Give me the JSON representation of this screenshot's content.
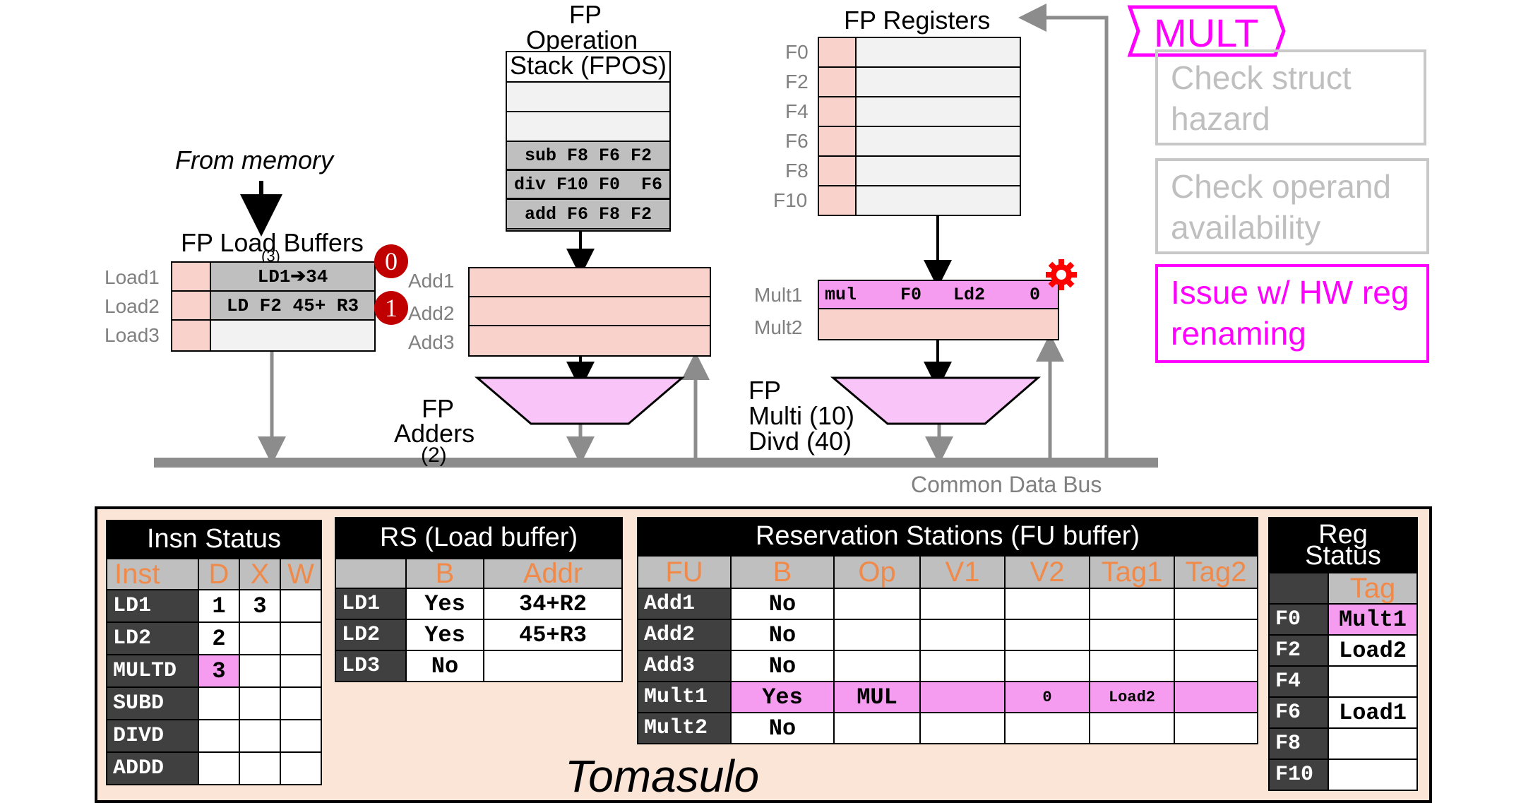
{
  "top": {
    "from_memory": "From memory",
    "load_buffers_title": "FP Load Buffers",
    "load_buffers_sub": "(3)",
    "load_labels": [
      "Load1",
      "Load2",
      "Load3"
    ],
    "load_entries": [
      "LD1➔34",
      "LD F2 45+ R3",
      ""
    ],
    "badges": [
      "0",
      "1"
    ],
    "fpos_title1": "FP",
    "fpos_title2": "Operation",
    "fpos_title3": "Stack (FPOS)",
    "fpos_entries": [
      "",
      "",
      "sub F8 F6 F2",
      "div F10 F0  F6",
      "add F6 F8 F2"
    ],
    "adder_labels": [
      "Add1",
      "Add2",
      "Add3"
    ],
    "adders_label1": "FP",
    "adders_label2": "Adders",
    "adders_label3": "(2)",
    "reg_title": "FP Registers",
    "reg_names": [
      "F0",
      "F2",
      "F4",
      "F6",
      "F8",
      "F10"
    ],
    "mult_labels": [
      "Mult1",
      "Mult2"
    ],
    "mult1_fields": [
      "mul",
      "F0",
      "Ld2",
      "0"
    ],
    "mult_unit1": "FP",
    "mult_unit2": "Multi (10)",
    "mult_unit3": "Divd (40)",
    "cdb_label": "Common Data Bus"
  },
  "steps": {
    "title": "MULT",
    "step1": "Check struct hazard",
    "step2": "Check operand availability",
    "step3": "Issue w/ HW reg renaming"
  },
  "colors": {
    "magenta": "#ff00ff",
    "pink": "#f9d2cb",
    "highlight": "#f59cf0",
    "panel_bg": "#fbe5d6",
    "header_orange": "#f08a4b"
  },
  "insn_status": {
    "title": "Insn Status",
    "headers": [
      "Inst",
      "D",
      "X",
      "W"
    ],
    "rows": [
      [
        "LD1",
        "1",
        "3",
        ""
      ],
      [
        "LD2",
        "2",
        "",
        ""
      ],
      [
        "MULTD",
        "3",
        "",
        ""
      ],
      [
        "SUBD",
        "",
        "",
        ""
      ],
      [
        "DIVD",
        "",
        "",
        ""
      ],
      [
        "ADDD",
        "",
        "",
        ""
      ]
    ]
  },
  "rs_load": {
    "title": "RS (Load buffer)",
    "headers": [
      "",
      "B",
      "Addr"
    ],
    "rows": [
      [
        "LD1",
        "Yes",
        "34+R2"
      ],
      [
        "LD2",
        "Yes",
        "45+R3"
      ],
      [
        "LD3",
        "No",
        ""
      ]
    ]
  },
  "rs_fu": {
    "title": "Reservation Stations (FU buffer)",
    "headers": [
      "FU",
      "B",
      "Op",
      "V1",
      "V2",
      "Tag1",
      "Tag2"
    ],
    "rows": [
      [
        "Add1",
        "No",
        "",
        "",
        "",
        "",
        ""
      ],
      [
        "Add2",
        "No",
        "",
        "",
        "",
        "",
        ""
      ],
      [
        "Add3",
        "No",
        "",
        "",
        "",
        "",
        ""
      ],
      [
        "Mult1",
        "Yes",
        "MUL",
        "",
        "0",
        "Load2",
        ""
      ],
      [
        "Mult2",
        "No",
        "",
        "",
        "",
        "",
        ""
      ]
    ]
  },
  "reg_status": {
    "title": "Reg Status",
    "headers": [
      "",
      "Tag"
    ],
    "rows": [
      [
        "F0",
        "Mult1"
      ],
      [
        "F2",
        "Load2"
      ],
      [
        "F4",
        ""
      ],
      [
        "F6",
        "Load1"
      ],
      [
        "F8",
        ""
      ],
      [
        "F10",
        ""
      ]
    ]
  },
  "footer": "Tomasulo"
}
